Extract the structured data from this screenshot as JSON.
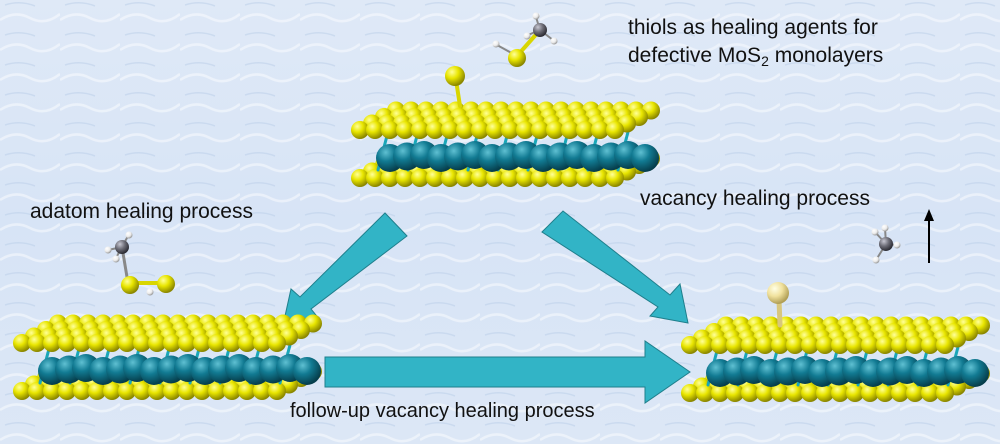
{
  "labels": {
    "title_line1": "thiols as healing agents for",
    "title_line2_prefix": "defective MoS",
    "title_line2_sub": "2",
    "title_line2_suffix": " monolayers",
    "adatom": "adatom healing process",
    "vacancy": "vacancy healing process",
    "follow_up": "follow-up vacancy healing process"
  },
  "colors": {
    "sulfur": "#e9e600",
    "molybdenum": "#127b93",
    "arrow": "#32b4c6",
    "carbon": "#6e6e78",
    "hydrogen": "#f2f2f2",
    "healed_sulfur": "#f1e29e"
  }
}
